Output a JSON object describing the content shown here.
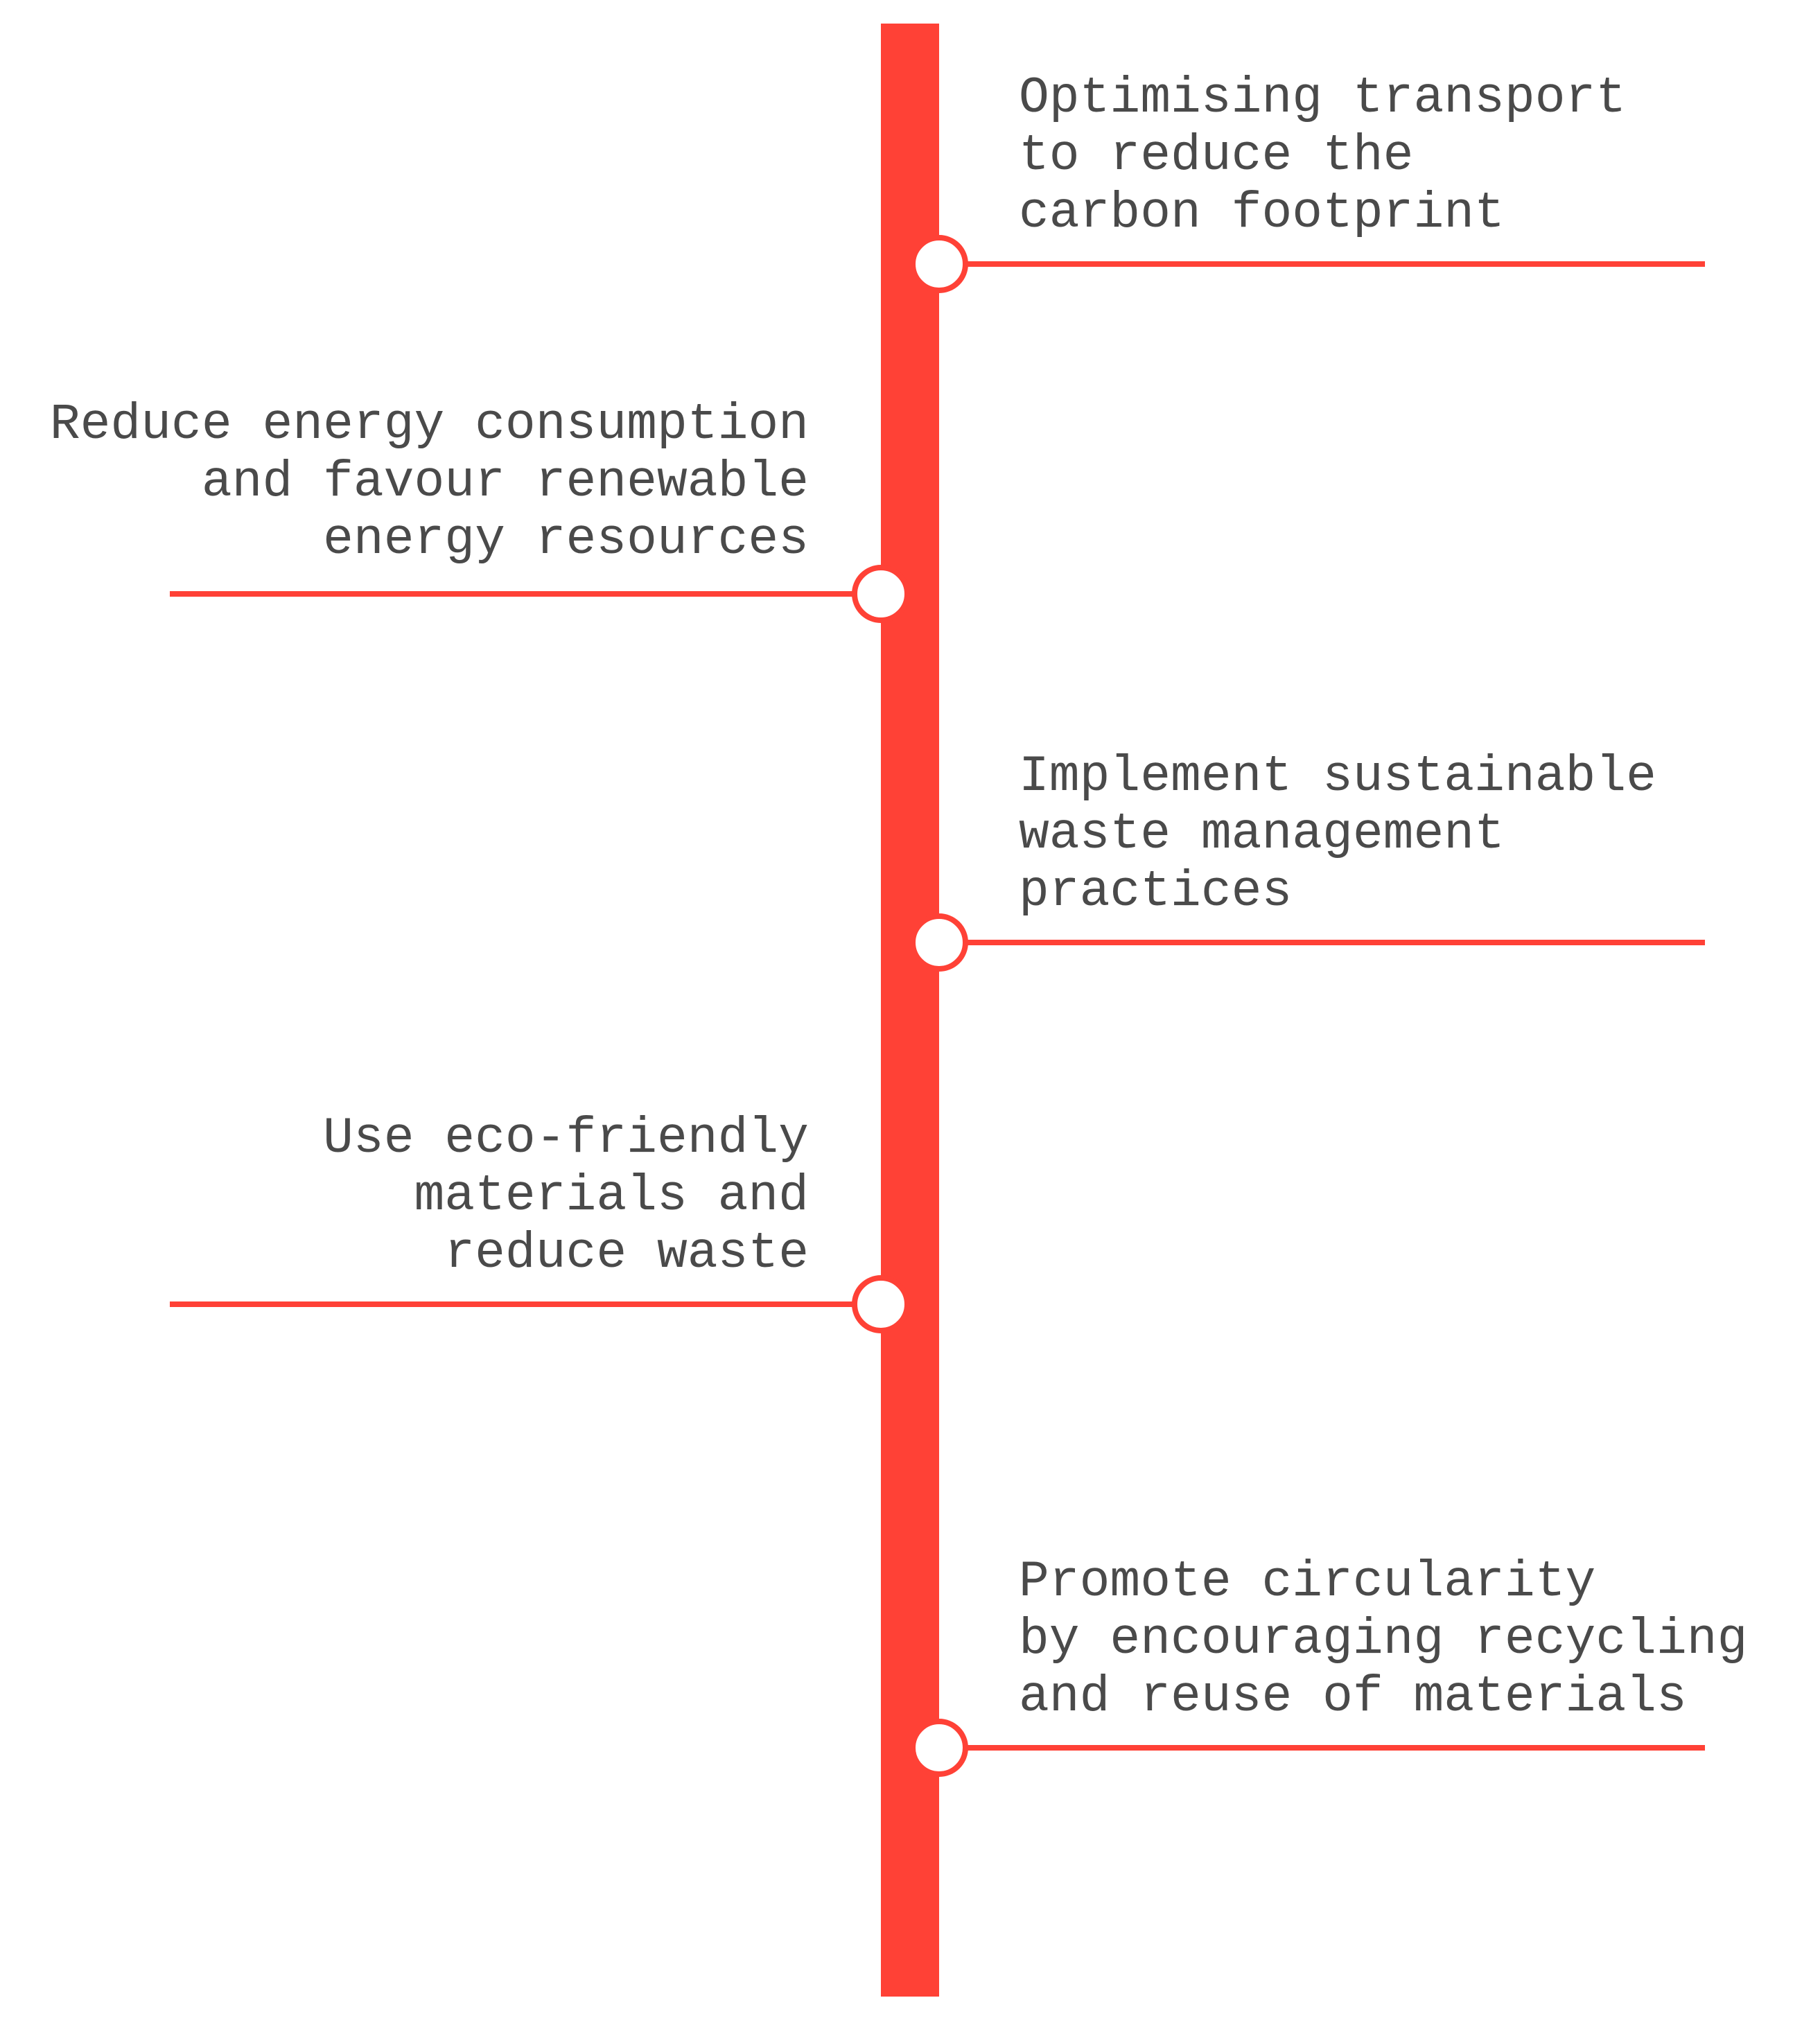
{
  "colors": {
    "accent": "#ff4136",
    "text": "#4a4a4a",
    "node_fill": "#ffffff"
  },
  "timeline": {
    "items": [
      {
        "side": "right",
        "lines": [
          "Optimising transport",
          "to reduce the",
          "carbon footprint"
        ]
      },
      {
        "side": "left",
        "lines": [
          "Reduce energy consumption",
          "and favour renewable",
          "energy resources"
        ]
      },
      {
        "side": "right",
        "lines": [
          "Implement sustainable",
          "waste management",
          "practices"
        ]
      },
      {
        "side": "left",
        "lines": [
          "Use eco-friendly",
          "materials and",
          "reduce waste"
        ]
      },
      {
        "side": "right",
        "lines": [
          "Promote circularity",
          "by encouraging recycling",
          "and reuse of materials"
        ]
      }
    ]
  }
}
